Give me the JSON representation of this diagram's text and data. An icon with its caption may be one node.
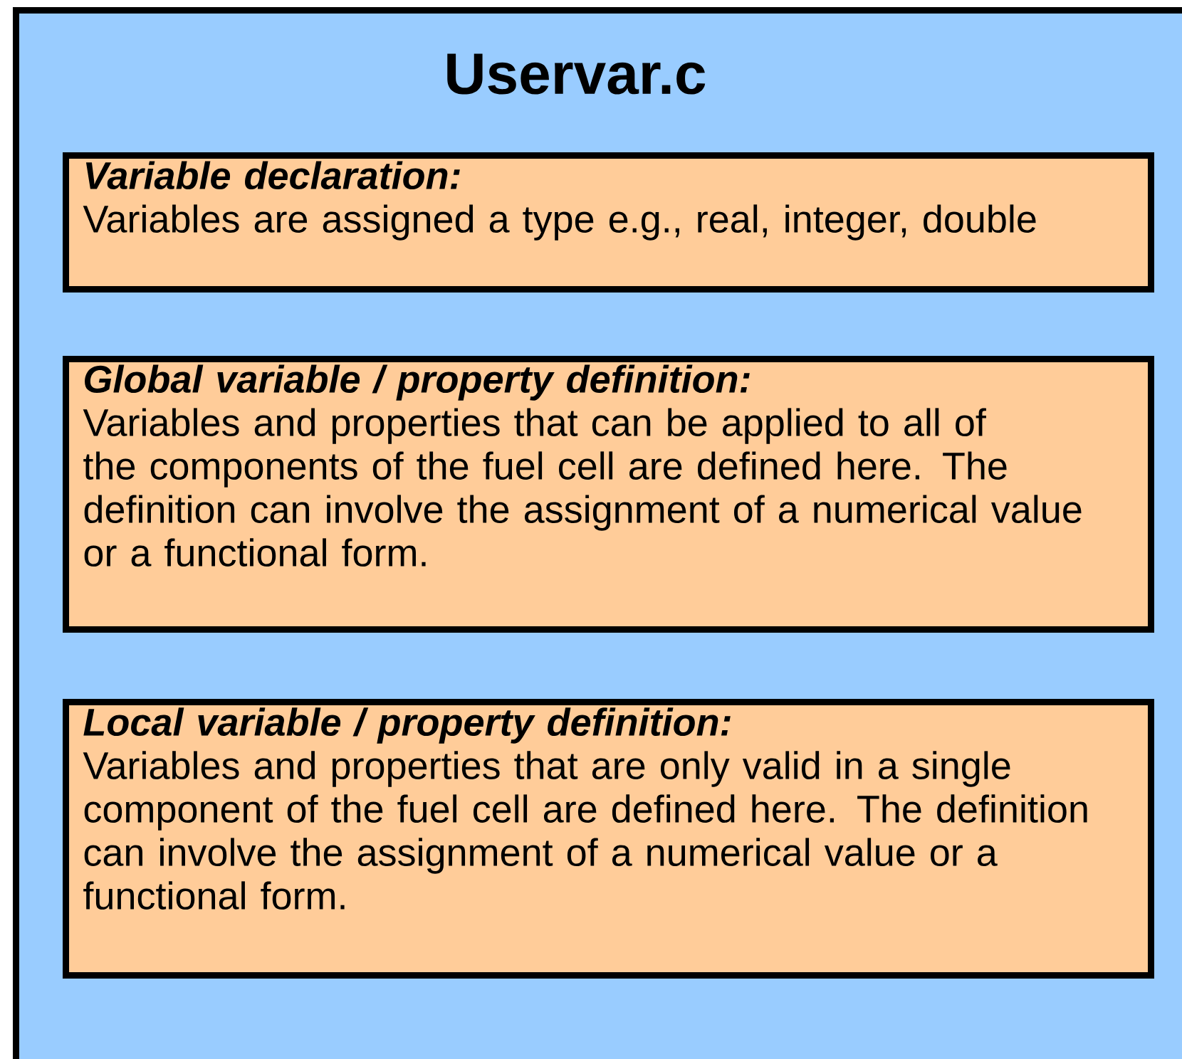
{
  "diagram": {
    "nodes": [
      {
        "text": [
          "Uservar.c"
        ]
      },
      {
        "text": [
          "Variable declaration:",
          "Variables are assigned a type e.g., real, integer, double"
        ],
        "in": 0
      },
      {
        "text": [
          "Global variable / property definition:",
          "Variables and properties that can be applied to all of the components of the fuel cell are defined here. The definition can involve the assignment of a numerical value or a functional form."
        ],
        "in": 0
      },
      {
        "text": [
          "Local variable / property definition:",
          "Variables and properties that are only valid in a single component of the fuel cell are defined here. The definition can involve the assignment of a numerical value or a functional form."
        ],
        "in": 0
      }
    ]
  }
}
